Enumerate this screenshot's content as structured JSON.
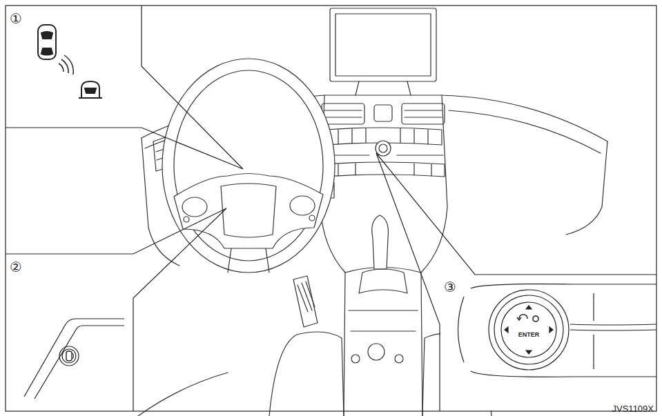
{
  "diagram": {
    "nodes": [
      {
        "text": [
          "①"
        ]
      },
      {
        "text": [
          "②"
        ]
      },
      {
        "text": [
          "③"
        ]
      }
    ],
    "labels": [
      "ENTER",
      "JVS1109X"
    ]
  }
}
